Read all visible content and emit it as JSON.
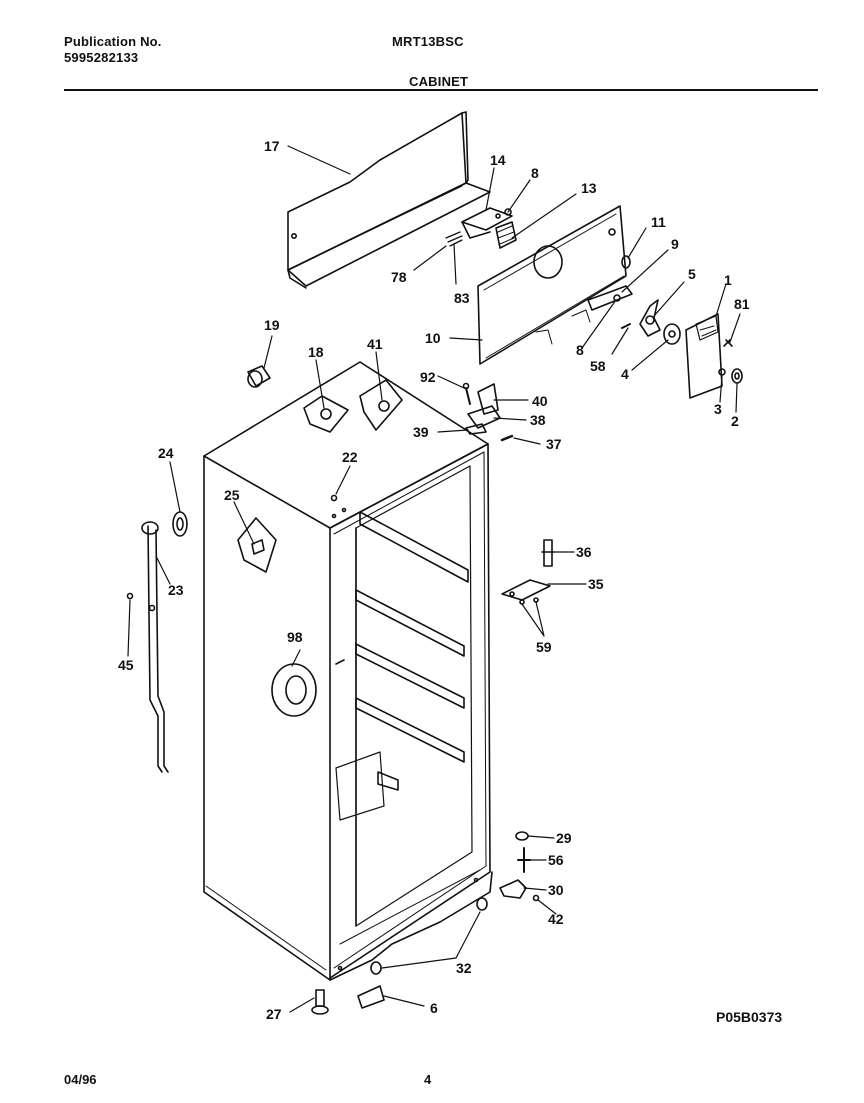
{
  "header": {
    "publication_label": "Publication No.",
    "publication_number": "5995282133",
    "model": "MRT13BSC",
    "section": "CABINET"
  },
  "footer": {
    "date": "04/96",
    "page": "4",
    "diagram_code": "P05B0373"
  },
  "callouts": [
    "17",
    "14",
    "8",
    "13",
    "78",
    "83",
    "11",
    "9",
    "5",
    "1",
    "81",
    "10",
    "8",
    "58",
    "4",
    "3",
    "2",
    "19",
    "18",
    "41",
    "92",
    "40",
    "38",
    "39",
    "37",
    "24",
    "22",
    "25",
    "23",
    "45",
    "36",
    "35",
    "59",
    "98",
    "29",
    "56",
    "30",
    "42",
    "32",
    "27",
    "6"
  ],
  "colors": {
    "ink": "#111111",
    "paper": "#ffffff"
  }
}
